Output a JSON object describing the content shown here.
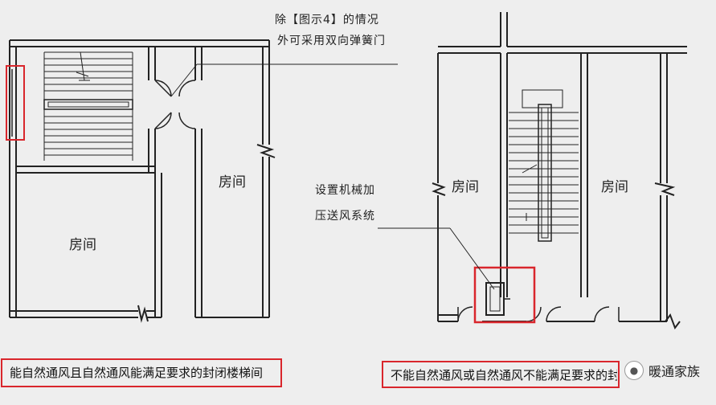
{
  "left_plan": {
    "note_line1": "除【图示4】的情况",
    "note_line2": "外可采用双向弹簧门",
    "room_top_right": "房间",
    "room_bottom_left": "房间",
    "caption": "能自然通风且自然通风能满足要求的封闭楼梯间"
  },
  "right_plan": {
    "note_line1": "设置机械加",
    "note_line2": "压送风系统",
    "room_left": "房间",
    "room_right": "房间",
    "caption": "不能自然通风或自然通风不能满足要求的封闭楼梯间"
  },
  "watermark": {
    "icon": "wechat-icon",
    "text": "暖通家族"
  },
  "colors": {
    "wall": "#222222",
    "highlight": "#d9262c",
    "background": "#eeeeee"
  }
}
